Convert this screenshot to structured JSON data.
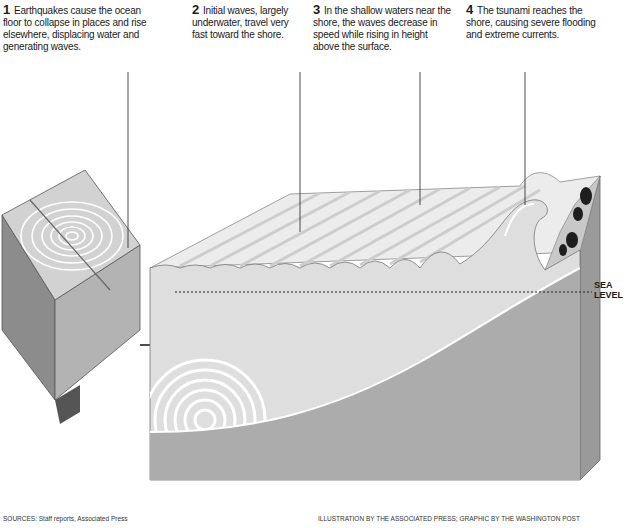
{
  "diagram": {
    "labels": [
      "1",
      "Earthquakes cause the ocean floor to collapse in places and rise elsewhere, displacing water and generating waves.",
      "2",
      "Initial waves, largely underwater, travel very fast toward the shore.",
      "3",
      "In the shallow waters near the shore, the waves decrease in speed while rising in height above the surface.",
      "4",
      "The tsunami reaches the shore, causing severe flooding and extreme currents.",
      "SEA LEVEL",
      "SOURCES: Staff reports, Associated Press",
      "ILLUSTRATION BY THE ASSOCIATED PRESS; GRAPHIC BY THE WASHINGTON POST"
    ]
  }
}
